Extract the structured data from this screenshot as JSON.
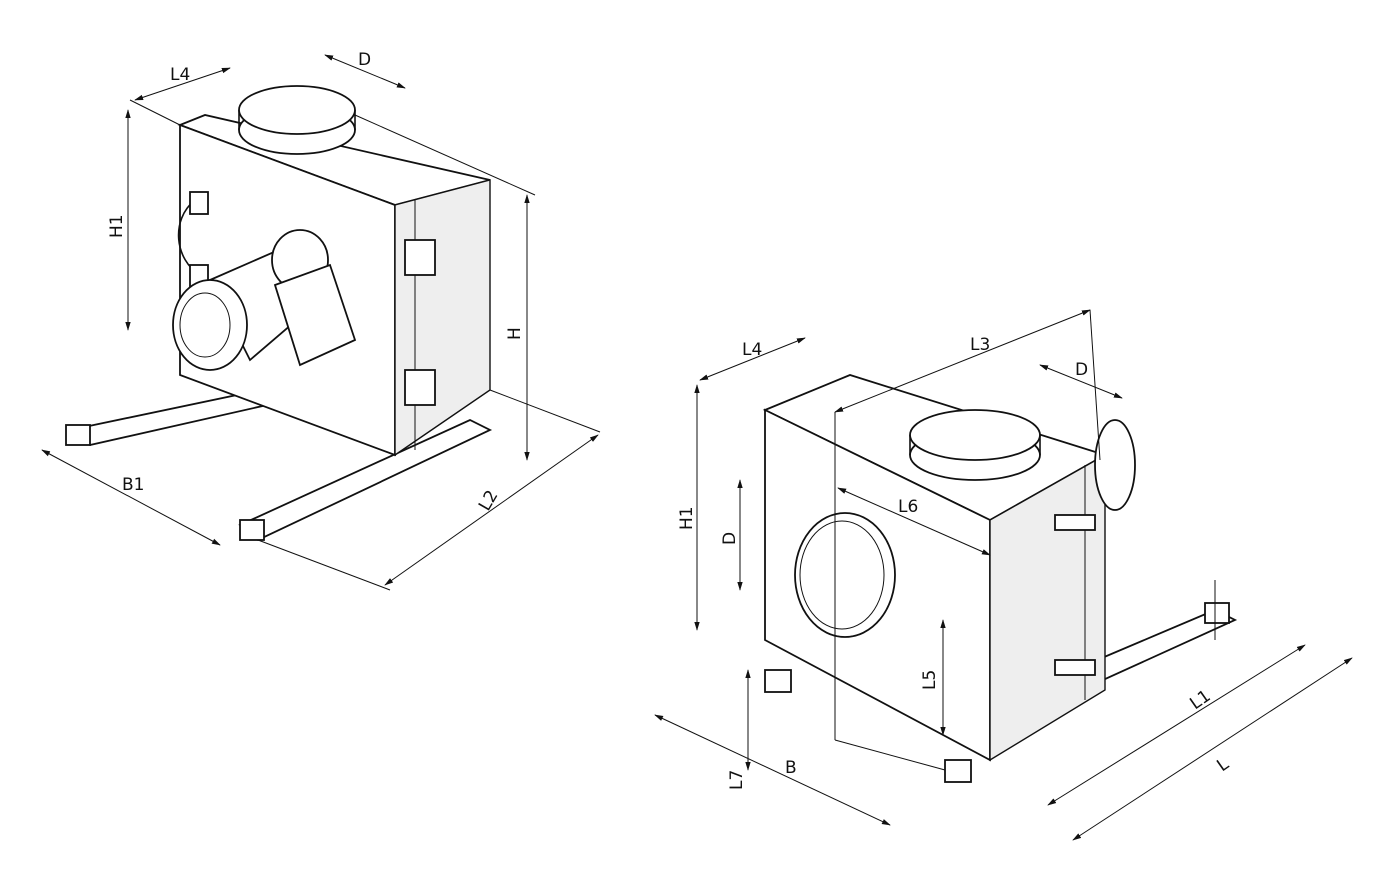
{
  "left_unit": {
    "labels": {
      "L4": "L4",
      "D": "D",
      "H1": "H1",
      "H": "H",
      "B1": "B1",
      "L2": "L2"
    }
  },
  "right_unit": {
    "labels": {
      "L4": "L4",
      "L3": "L3",
      "D_top": "D",
      "H1": "H1",
      "D_side": "D",
      "L6": "L6",
      "L5": "L5",
      "L7": "L7",
      "B": "B",
      "L1": "L1",
      "L": "L"
    }
  }
}
